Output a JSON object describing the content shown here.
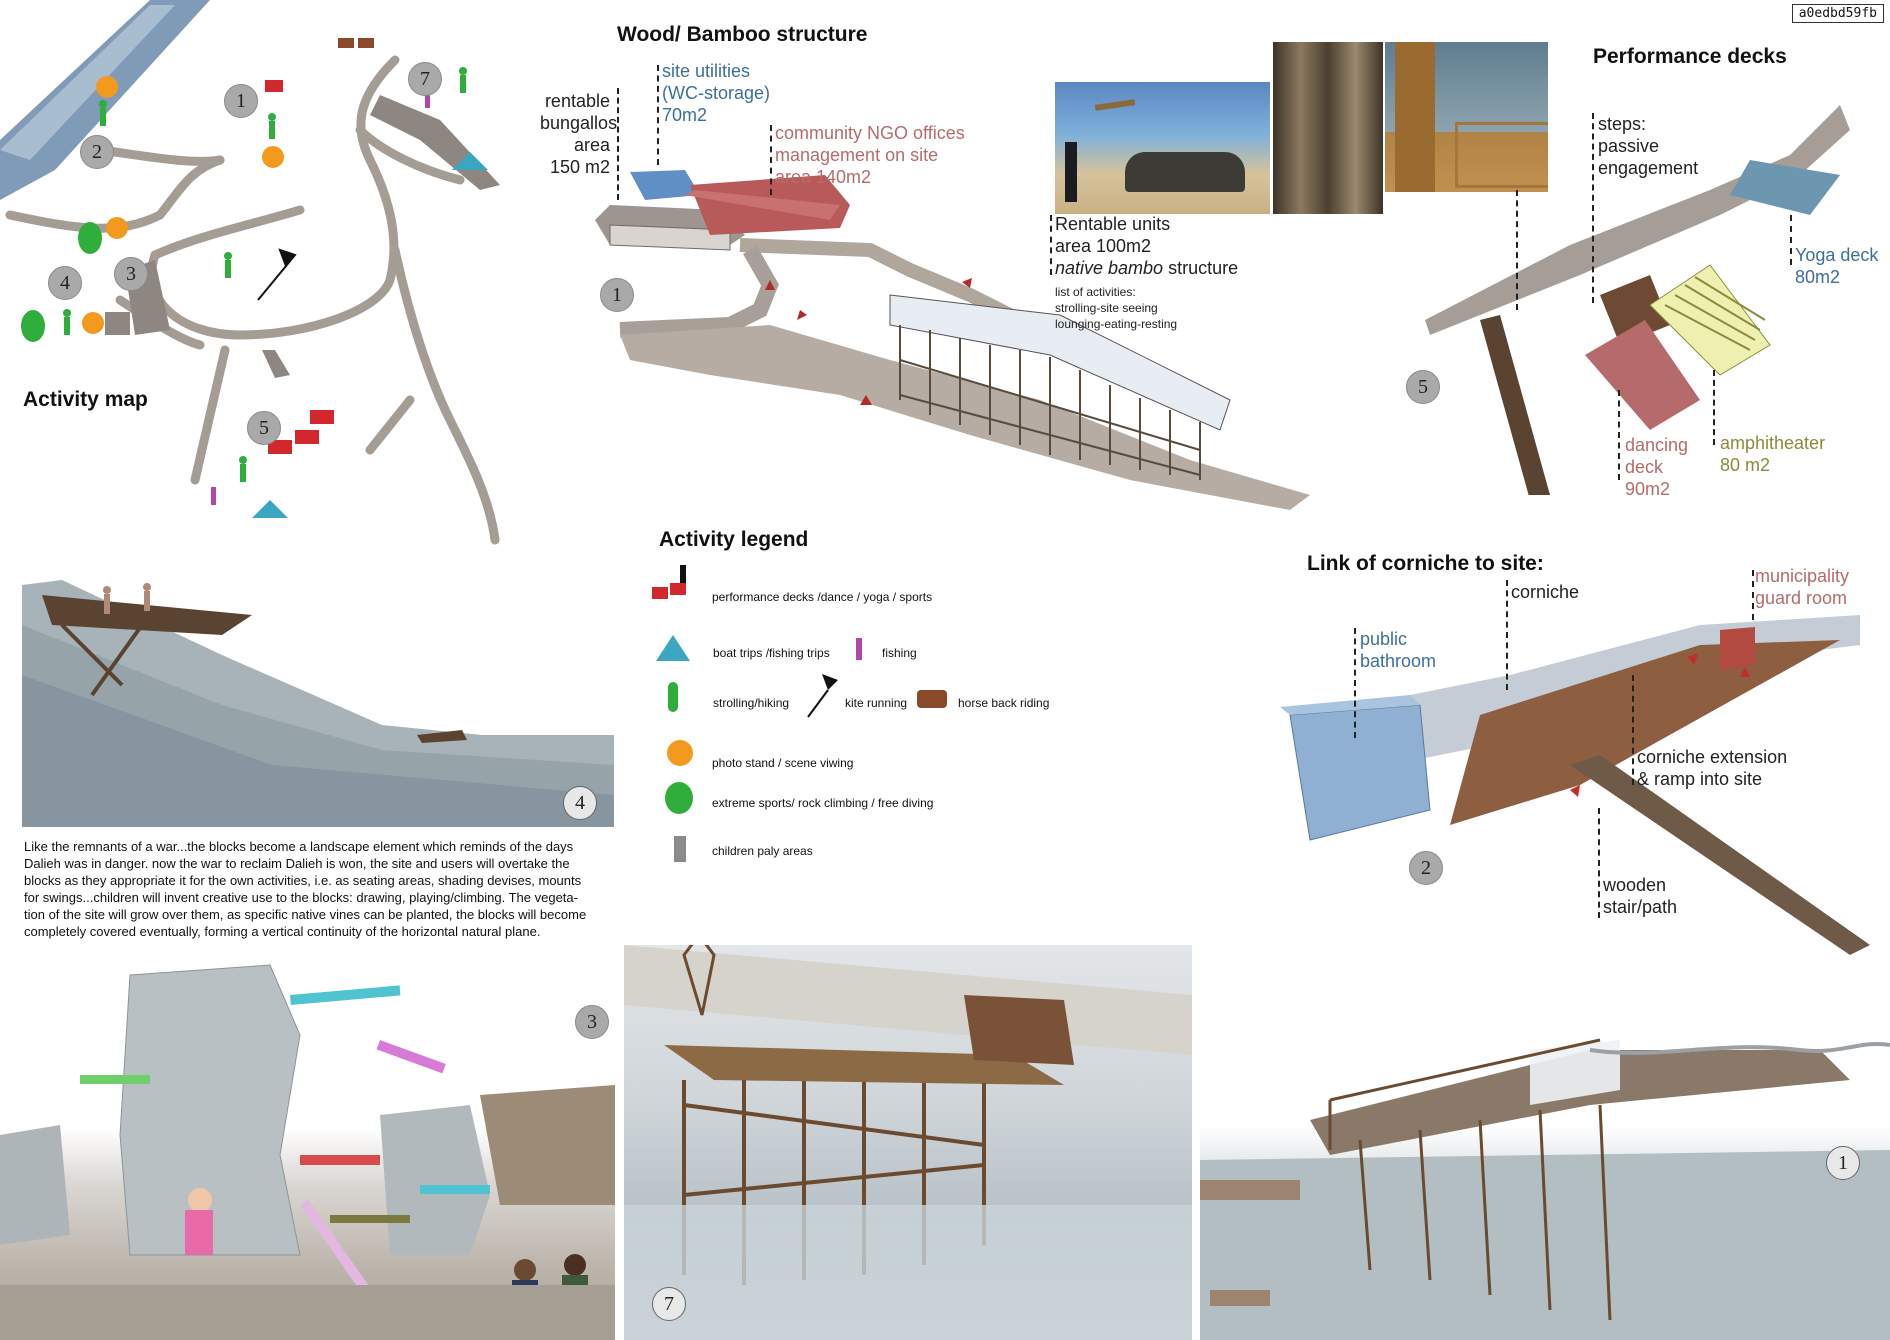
{
  "code": "a0edbd59fb",
  "activity_map": {
    "title": "Activity map",
    "badges": [
      "1",
      "2",
      "3",
      "4",
      "5",
      "7"
    ]
  },
  "wood_structure": {
    "title": "Wood/ Bamboo structure",
    "badge": "1",
    "rentable_bungallos": [
      "rentable",
      "bungallos",
      "area",
      "150 m2"
    ],
    "site_utilities": [
      "site utilities",
      "(WC-storage)",
      "70m2"
    ],
    "ngo_offices": [
      "community NGO offices",
      "management on site",
      "area 140m2"
    ],
    "rentable_units": [
      "Rentable units",
      "area 100m2"
    ],
    "native_structure_italic": "native bambo",
    "native_structure_rest": " structure",
    "activities": [
      "list of activities:",
      "strolling-site seeing",
      "lounging-eating-resting"
    ]
  },
  "performance_decks": {
    "title": "Performance decks",
    "badge": "5",
    "steps": [
      "steps:",
      "passive",
      "engagement"
    ],
    "yoga": [
      "Yoga deck",
      "80m2"
    ],
    "dancing": [
      "dancing",
      "deck",
      "90m2"
    ],
    "amphitheater": [
      "amphitheater",
      "80 m2"
    ]
  },
  "legend": {
    "title": "Activity legend",
    "performance": "performance decks /dance / yoga / sports",
    "boat": "boat trips /fishing trips",
    "fishing": "fishing",
    "strolling": "strolling/hiking",
    "kite": "kite running",
    "horse": "horse back riding",
    "photo": "photo stand / scene viwing",
    "extreme": "extreme sports/ rock climbing / free diving",
    "children": "children paly areas"
  },
  "corniche": {
    "title": "Link of corniche to site:",
    "badge": "2",
    "corniche": "corniche",
    "municipality": [
      "municipality",
      "guard room"
    ],
    "bathroom": [
      "public",
      "bathroom"
    ],
    "extension": [
      "corniche extension",
      "& ramp into site"
    ],
    "stair": [
      "wooden",
      "stair/path"
    ]
  },
  "section4": {
    "badge": "4"
  },
  "paragraph": [
    "Like the remnants of a war...the blocks become a landscape element which reminds of the days",
    "Dalieh was in danger. now the war to reclaim Dalieh is won, the site and users will overtake the",
    "blocks as they appropriate it for the own activities, i.e. as seating areas, shading devises, mounts",
    "for swings...children will invent creative use to the blocks: drawing, playing/climbing. The vegeta-",
    "tion of the site will grow over them, as specific native vines can be planted, the blocks will become",
    "completely covered eventually, forming a vertical continuity of the horizontal natural plane."
  ],
  "renders": {
    "b3": "3",
    "b7": "7",
    "b1": "1"
  },
  "colors": {
    "blue": "#3d6f9a",
    "red": "#b56b6b",
    "olive": "#8c8a3c",
    "orange": "#f39a1e",
    "green": "#2fae3c"
  }
}
